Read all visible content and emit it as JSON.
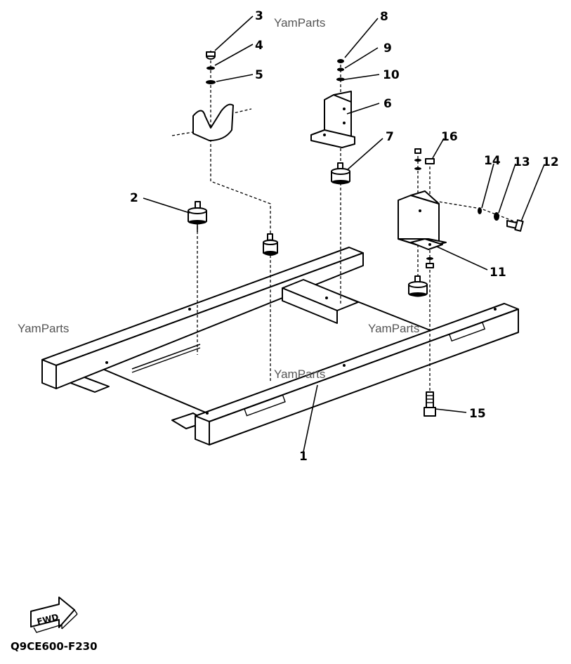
{
  "watermarks": [
    "YamParts",
    "YamParts",
    "YamParts",
    "YamParts"
  ],
  "callouts": {
    "p1": "1",
    "p2": "2",
    "p3": "3",
    "p4": "4",
    "p5": "5",
    "p6": "6",
    "p7": "7",
    "p8": "8",
    "p9": "9",
    "p10": "10",
    "p11": "11",
    "p12": "12",
    "p13": "13",
    "p14": "14",
    "p15": "15",
    "p16": "16"
  },
  "fwd_label": "FWD",
  "diagram_code": "Q9CE600-F230"
}
